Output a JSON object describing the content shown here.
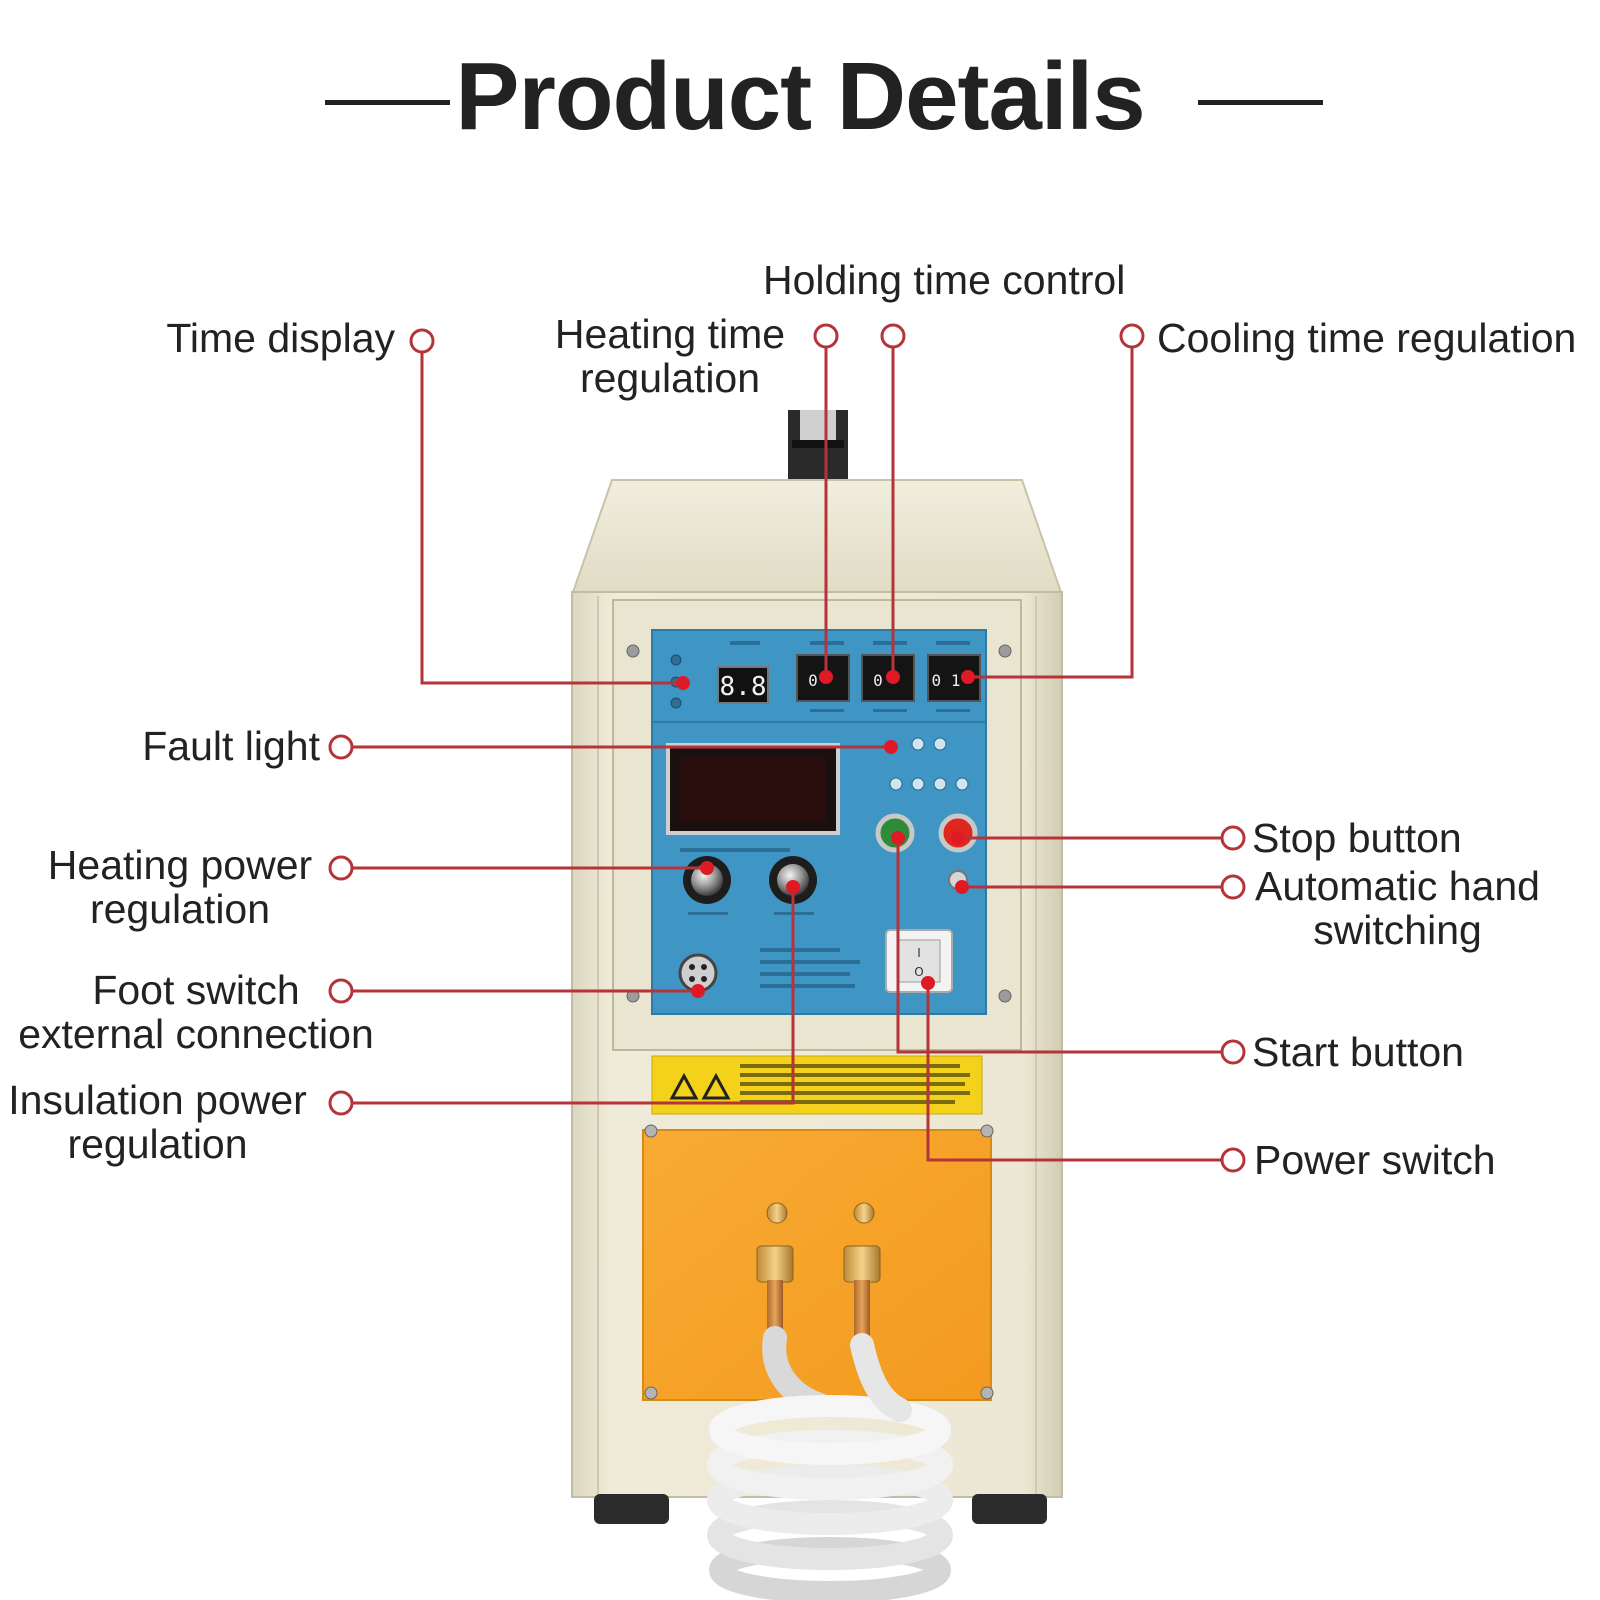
{
  "title": "Product Details",
  "colors": {
    "leader_line": "#b5343a",
    "leader_dot": "#e01a24",
    "panel_blue": "#3f95c4",
    "housing_cream": "#ece8d4",
    "terminal_orange": "#f6a02a",
    "title_text": "#222222"
  },
  "callouts": {
    "time_display": "Time display",
    "holding_time_control": "Holding time control",
    "heating_time_line1": "Heating time",
    "heating_time_line2": "regulation",
    "cooling_time": "Cooling time regulation",
    "fault_light": "Fault light",
    "heating_power_line1": "Heating power",
    "heating_power_line2": "regulation",
    "foot_switch_line1": "Foot switch",
    "foot_switch_line2": "external connection",
    "insulation_power_line1": "Insulation power",
    "insulation_power_line2": "regulation",
    "stop_button": "Stop button",
    "auto_hand_line1": "Automatic hand",
    "auto_hand_line2": "switching",
    "start_button": "Start button",
    "power_switch": "Power switch"
  },
  "device_readouts": {
    "time_display_digits": "8.8",
    "heating_timer_digit": "0",
    "holding_timer_digit": "0",
    "cooling_timer_digits": "0 1",
    "power_switch_on": "I",
    "power_switch_off": "O"
  }
}
